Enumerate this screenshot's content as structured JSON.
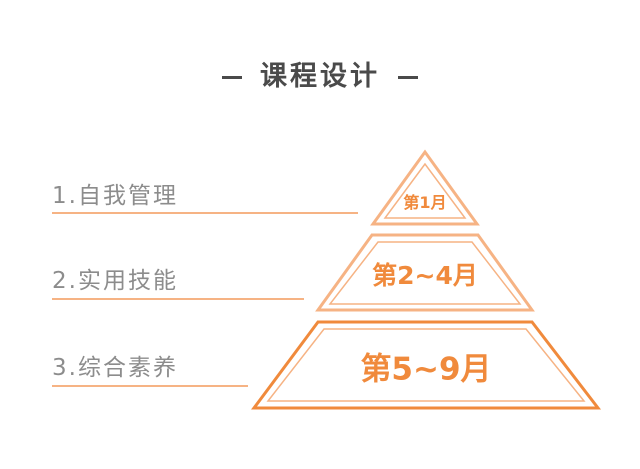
{
  "title": "课程设计",
  "colors": {
    "accent": "#f08a3c",
    "outline_light": "#f6b384",
    "text_gray": "#8c8c8c",
    "title": "#4a4a4a"
  },
  "levels": [
    {
      "label": "1.自我管理",
      "period": "第1月"
    },
    {
      "label": "2.实用技能",
      "period": "第2~4月"
    },
    {
      "label": "3.综合素养",
      "period": "第5~9月"
    }
  ]
}
